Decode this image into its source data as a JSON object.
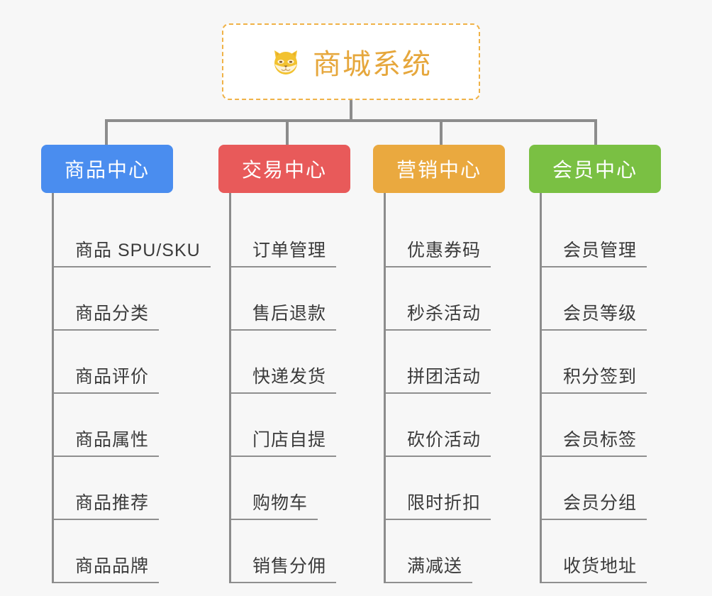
{
  "root": {
    "title": "商城系统",
    "icon": "shiba-inu-face-icon",
    "border_color": "#f0b247",
    "text_color": "#e6a73c",
    "background": "#ffffff"
  },
  "canvas": {
    "background": "#f7f7f7",
    "connector_color": "#8c8c8c"
  },
  "branches": [
    {
      "label": "商品中心",
      "color": "#4a8def",
      "items": [
        "商品 SPU/SKU",
        "商品分类",
        "商品评价",
        "商品属性",
        "商品推荐",
        "商品品牌"
      ]
    },
    {
      "label": "交易中心",
      "color": "#e85a5a",
      "items": [
        "订单管理",
        "售后退款",
        "快递发货",
        "门店自提",
        "购物车",
        "销售分佣"
      ]
    },
    {
      "label": "营销中心",
      "color": "#eaa93f",
      "items": [
        "优惠券码",
        "秒杀活动",
        "拼团活动",
        "砍价活动",
        "限时折扣",
        "满减送"
      ]
    },
    {
      "label": "会员中心",
      "color": "#7ac043",
      "items": [
        "会员管理",
        "会员等级",
        "积分签到",
        "会员标签",
        "会员分组",
        "收货地址"
      ]
    }
  ]
}
